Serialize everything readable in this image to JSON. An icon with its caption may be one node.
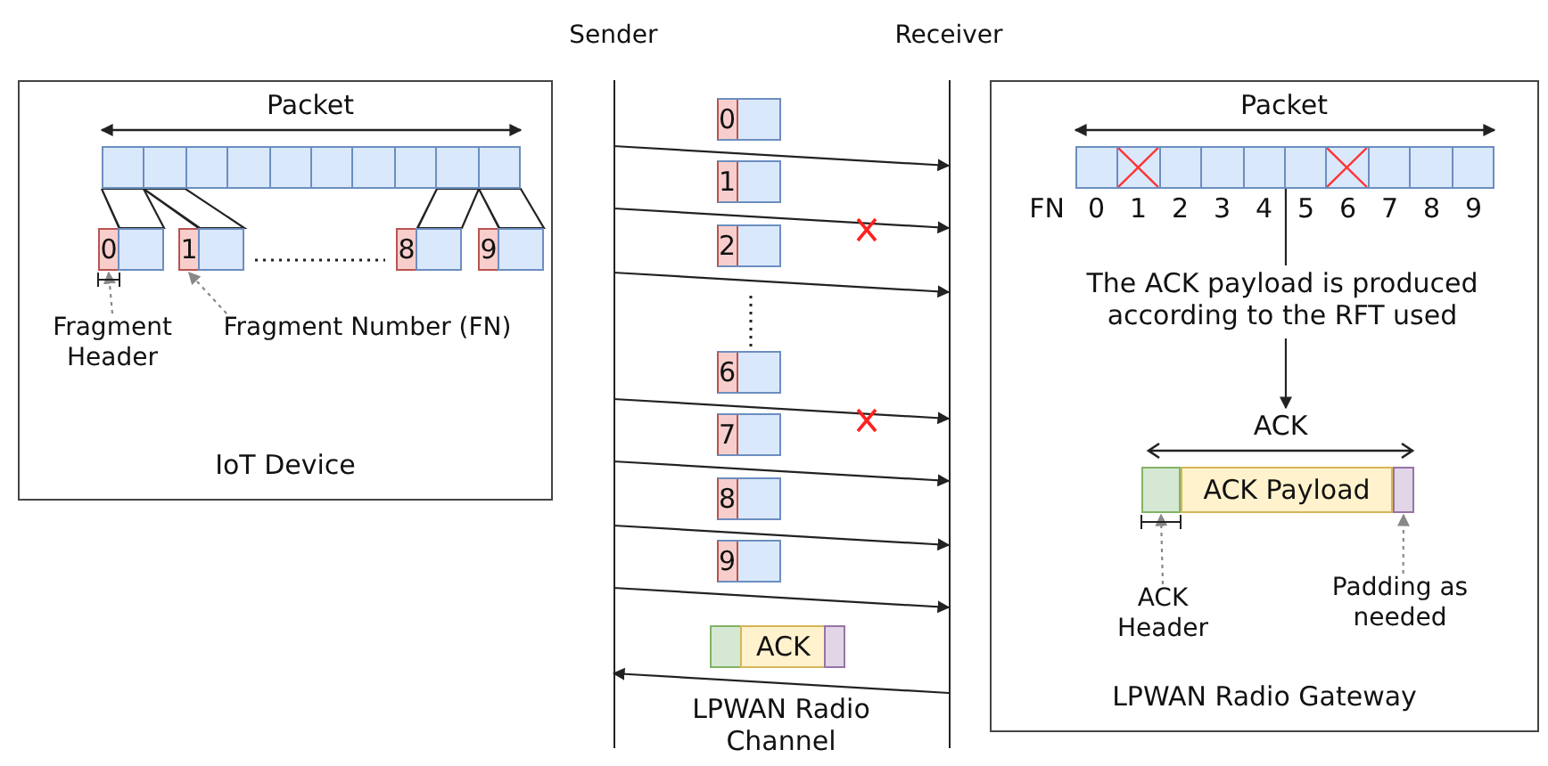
{
  "diagram": {
    "nodes": [
      {
        "text": [
          "IoT Device"
        ]
      },
      {
        "text": [],
        "shape": "bar",
        "in": 0
      },
      {
        "text": [
          "0"
        ],
        "in": 0
      },
      {
        "text": [
          "1"
        ],
        "in": 0
      },
      {
        "text": [
          "8"
        ],
        "in": 0
      },
      {
        "text": [
          "9"
        ],
        "in": 0
      },
      {
        "text": [
          "Fragment Header"
        ],
        "in": 0
      },
      {
        "text": [
          "Fragment Number (FN)"
        ],
        "in": 0
      },
      {
        "text": [
          "Sender"
        ]
      },
      {
        "text": [
          "Receiver"
        ]
      },
      {
        "text": [
          "LPWAN Radio Gateway"
        ]
      },
      {
        "text": [],
        "shape": "bar",
        "in": 10,
        "beside": [
          "FN",
          "0",
          "1",
          "2",
          "3",
          "4",
          "5",
          "6",
          "7",
          "8",
          "9"
        ]
      },
      {
        "text": [
          "The ACK payload is produced according to the RFT used"
        ],
        "in": 10
      },
      {
        "text": [
          "ACK"
        ],
        "in": 10
      },
      {
        "text": [],
        "shape": "box",
        "in": 10
      },
      {
        "text": [
          "ACK Payload"
        ],
        "in": 10
      },
      {
        "text": [],
        "shape": "box",
        "in": 10
      },
      {
        "text": [
          "ACK Header"
        ],
        "in": 10
      },
      {
        "text": [
          "Padding as needed"
        ],
        "in": 10
      }
    ],
    "edges": [
      {
        "from": 1,
        "to": 2,
        "arrow": "none"
      },
      {
        "from": 1,
        "to": 3,
        "arrow": "none"
      },
      {
        "from": 1,
        "to": 4,
        "arrow": "none"
      },
      {
        "from": 1,
        "to": 5,
        "arrow": "none"
      },
      {
        "from": 6,
        "to": 2,
        "arrow": "to",
        "style": "dashed",
        "color": "#888888"
      },
      {
        "from": 7,
        "to": 3,
        "arrow": "to",
        "style": "dashed",
        "color": "#888888"
      },
      {
        "from": 8,
        "to": 9,
        "arrow": "to",
        "label": "0"
      },
      {
        "from": 8,
        "to": 9,
        "arrow": "to",
        "label": "1"
      },
      {
        "from": 8,
        "to": 9,
        "arrow": "to",
        "label": "2"
      },
      {
        "from": 8,
        "to": 9,
        "arrow": "to",
        "label": "6"
      },
      {
        "from": 8,
        "to": 9,
        "arrow": "to",
        "label": "7"
      },
      {
        "from": 8,
        "to": 9,
        "arrow": "to",
        "label": "8"
      },
      {
        "from": 8,
        "to": 9,
        "arrow": "to",
        "label": "9"
      },
      {
        "from": 9,
        "to": 8,
        "arrow": "to",
        "label": "ACK"
      },
      {
        "from": 11,
        "to": 12,
        "arrow": "none"
      },
      {
        "from": 12,
        "to": 13,
        "arrow": "to"
      },
      {
        "from": 17,
        "to": 14,
        "arrow": "to",
        "style": "dashed",
        "color": "#888888"
      },
      {
        "from": 18,
        "to": 16,
        "arrow": "to",
        "style": "dashed",
        "color": "#888888"
      }
    ],
    "labels": [
      "Packet",
      "Packet",
      "LPWAN Radio Channel"
    ]
  }
}
